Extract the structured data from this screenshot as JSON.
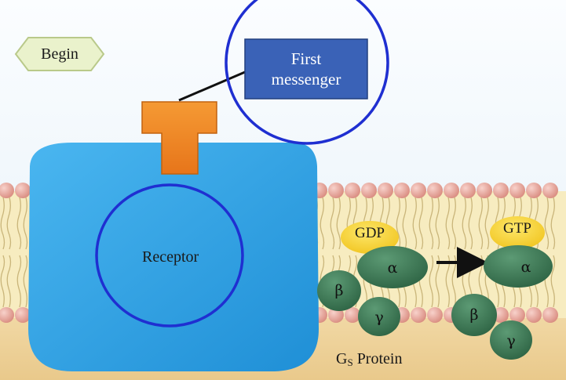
{
  "controls": {
    "begin_label": "Begin"
  },
  "first_messenger": {
    "line1": "First",
    "line2": "messenger"
  },
  "receptor": {
    "label": "Receptor"
  },
  "nucleotides": {
    "gdp": "GDP",
    "gtp": "GTP"
  },
  "subunits": {
    "alpha": "α",
    "beta": "β",
    "gamma": "γ"
  },
  "g_protein": {
    "prefix": "G",
    "subscript": "S",
    "suffix": " Protein"
  },
  "colors": {
    "background_top": "#f4f9fd",
    "membrane_band": "#f7ecc0",
    "lipid_head": "#e7a49a",
    "receptor_blue": "#2b9fe0",
    "ligand_orange": "#f0851f",
    "messenger_box": "#3a62b7",
    "highlight_circle": "#1f2fd1",
    "g_protein_green": "#3c7a55",
    "nucleotide_yellow": "#f7d633",
    "begin_hexagon": "#eaf2cc"
  },
  "icons": {
    "arrow": "right-arrow-icon"
  }
}
